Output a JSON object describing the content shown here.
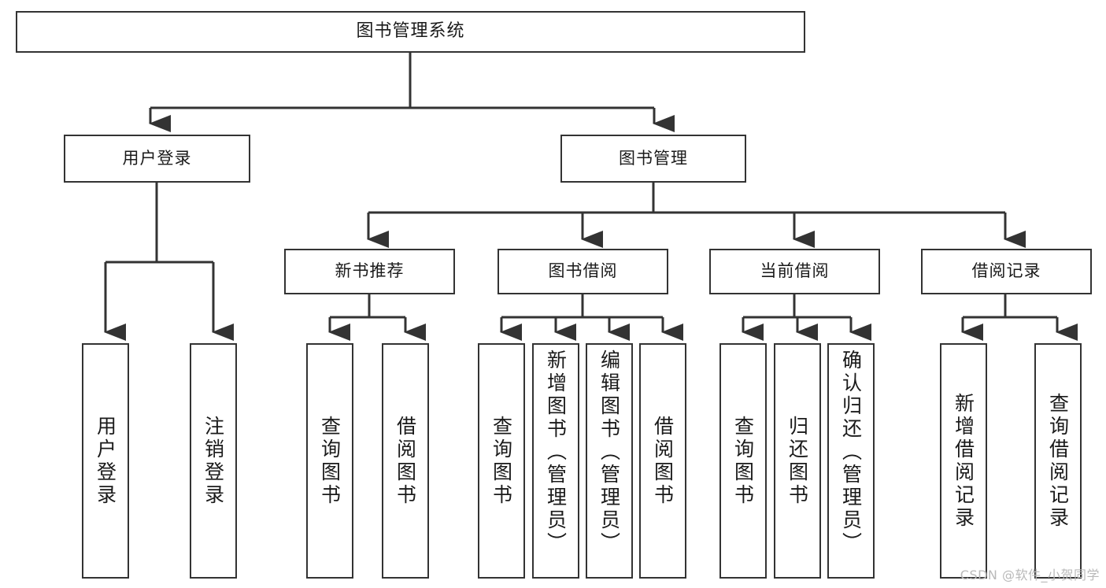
{
  "diagram": {
    "title": "图书管理系统",
    "type": "tree",
    "orientation": "top-down",
    "colors": {
      "box_border": "#333333",
      "box_fill": "#ffffff",
      "connector": "#333333",
      "text": "#1a1a1a",
      "watermark": "#b9b9b9",
      "background": "#ffffff"
    }
  },
  "nodes": {
    "root": {
      "label": "图书管理系统",
      "level": 1
    },
    "user_login": {
      "label": "用户登录",
      "level": 2
    },
    "book_manage": {
      "label": "图书管理",
      "level": 2
    },
    "new_book_rec": {
      "label": "新书推荐",
      "level": 3
    },
    "book_borrow": {
      "label": "图书借阅",
      "level": 3
    },
    "current_borrow": {
      "label": "当前借阅",
      "level": 3
    },
    "borrow_record": {
      "label": "借阅记录",
      "level": 3
    },
    "leaf_user_login": {
      "label": "用户登录",
      "level": 4,
      "parent": "user_login"
    },
    "leaf_logout": {
      "label": "注销登录",
      "level": 4,
      "parent": "user_login"
    },
    "leaf_rec_query": {
      "label": "查询图书",
      "level": 4,
      "parent": "new_book_rec"
    },
    "leaf_rec_borrow": {
      "label": "借阅图书",
      "level": 4,
      "parent": "new_book_rec"
    },
    "leaf_bb_query": {
      "label": "查询图书",
      "level": 4,
      "parent": "book_borrow"
    },
    "leaf_bb_add": {
      "label": "新增图书（管理员）",
      "level": 4,
      "parent": "book_borrow"
    },
    "leaf_bb_edit": {
      "label": "编辑图书（管理员）",
      "level": 4,
      "parent": "book_borrow"
    },
    "leaf_bb_borrow": {
      "label": "借阅图书",
      "level": 4,
      "parent": "book_borrow"
    },
    "leaf_cb_query": {
      "label": "查询图书",
      "level": 4,
      "parent": "current_borrow"
    },
    "leaf_cb_return": {
      "label": "归还图书",
      "level": 4,
      "parent": "current_borrow"
    },
    "leaf_cb_confirm": {
      "label": "确认归还（管理员）",
      "level": 4,
      "parent": "current_borrow"
    },
    "leaf_br_add": {
      "label": "新增借阅记录",
      "level": 4,
      "parent": "borrow_record"
    },
    "leaf_br_query": {
      "label": "查询借阅记录",
      "level": 4,
      "parent": "borrow_record"
    }
  },
  "watermark": {
    "text": "CSDN @软件_小贺同学"
  }
}
